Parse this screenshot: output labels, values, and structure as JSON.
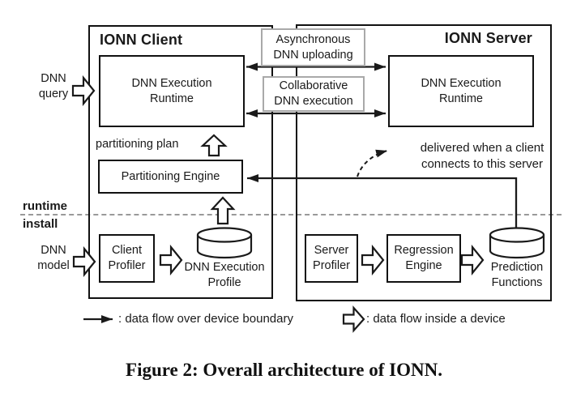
{
  "figure": {
    "caption": "Figure 2: Overall architecture of IONN.",
    "colors": {
      "line": "#1a1a1a",
      "link_label_border": "#a9a9a9",
      "divider": "#999999"
    },
    "client": {
      "title": "IONN Client",
      "runtime": {
        "line1": "DNN Execution",
        "line2": "Runtime"
      },
      "partitioning_plan": "partitioning plan",
      "partitioning_engine": "Partitioning Engine",
      "profiler": {
        "line1": "Client",
        "line2": "Profiler"
      },
      "profile_store": {
        "line1": "DNN Execution",
        "line2": "Profile"
      }
    },
    "server": {
      "title": "IONN Server",
      "runtime": {
        "line1": "DNN Execution",
        "line2": "Runtime"
      },
      "profiler": {
        "line1": "Server",
        "line2": "Profiler"
      },
      "regression_engine": {
        "line1": "Regression",
        "line2": "Engine"
      },
      "prediction_store": {
        "line1": "Prediction",
        "line2": "Functions"
      },
      "delivery_note": {
        "line1": "delivered when a client",
        "line2": "connects to this server"
      }
    },
    "links": {
      "async_upload": {
        "line1": "Asynchronous",
        "line2": "DNN uploading"
      },
      "collab_exec": {
        "line1": "Collaborative",
        "line2": "DNN execution"
      }
    },
    "inputs": {
      "dnn_query": {
        "line1": "DNN",
        "line2": "query"
      },
      "dnn_model": {
        "line1": "DNN",
        "line2": "model"
      }
    },
    "phases": {
      "above_line": "runtime",
      "below_line": "install"
    },
    "legend": {
      "solid_arrow": ": data flow over device boundary",
      "hollow_arrow": ": data flow inside a device"
    }
  }
}
